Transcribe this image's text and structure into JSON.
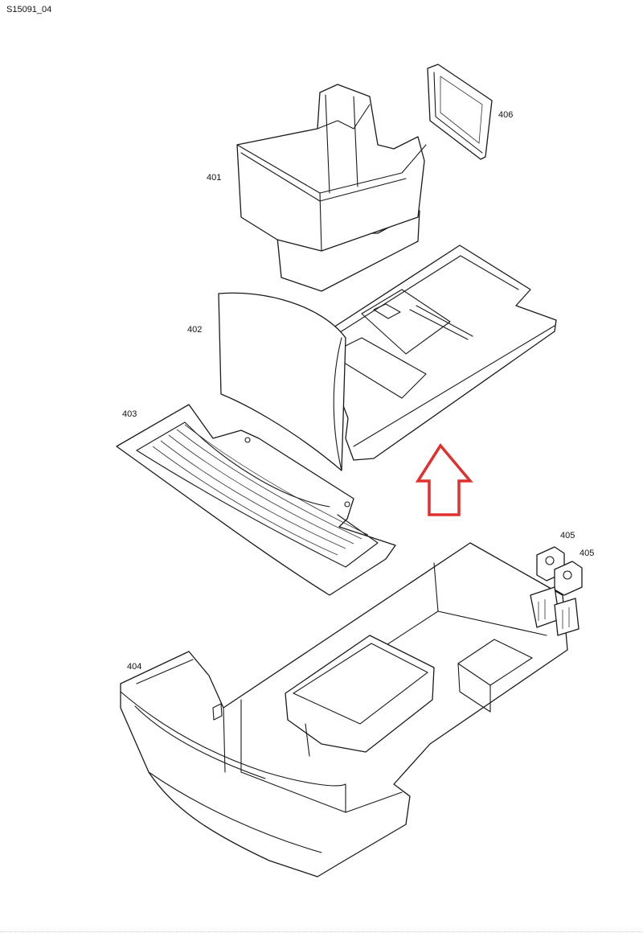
{
  "document_id": "S15091_04",
  "callouts": {
    "p401": "401",
    "p402": "402",
    "p403": "403",
    "p404": "404",
    "p405a": "405",
    "p405b": "405",
    "p406": "406"
  },
  "colors": {
    "line_art": "#1a1a1a",
    "arrow": "#e03030",
    "background": "#ffffff"
  },
  "icons": {
    "arrow": "arrow-up-outline-icon"
  }
}
